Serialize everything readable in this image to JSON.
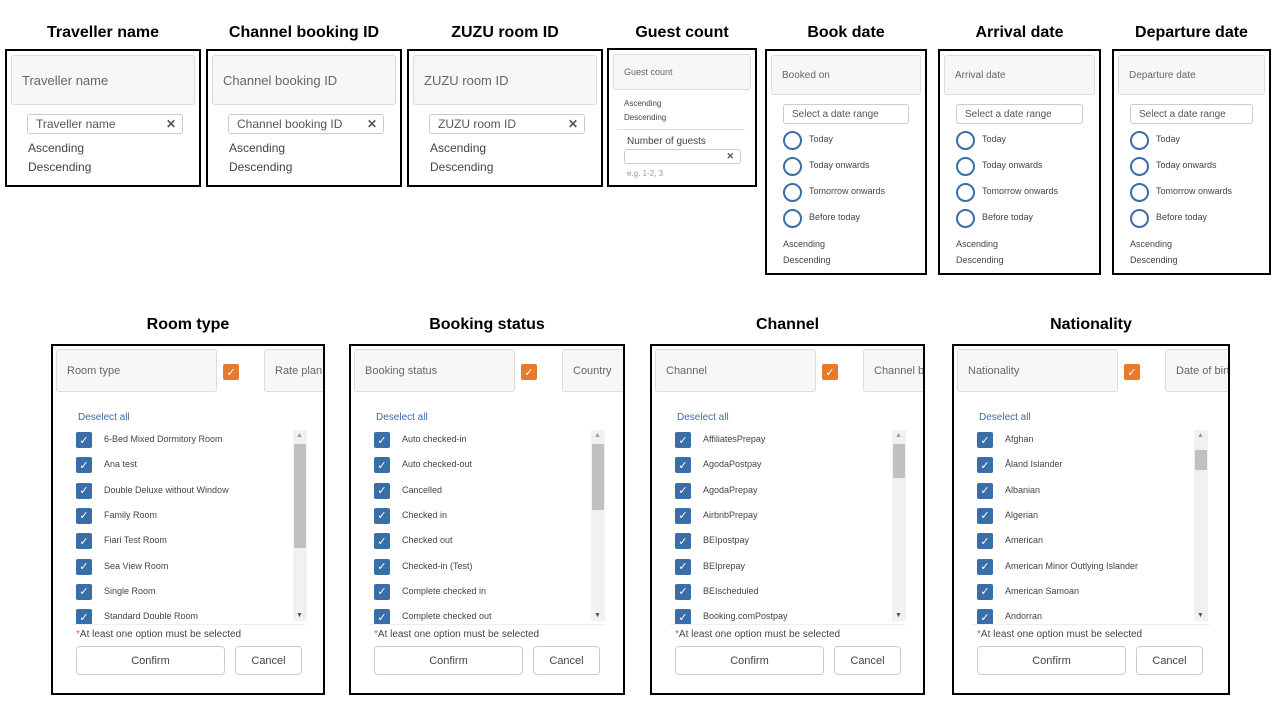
{
  "top_panels": [
    {
      "title": "Traveller name",
      "header": "Traveller name",
      "search_placeholder": "Traveller name",
      "sort": [
        "Ascending",
        "Descending"
      ]
    },
    {
      "title": "Channel booking ID",
      "header": "Channel booking ID",
      "search_placeholder": "Channel booking ID",
      "sort": [
        "Ascending",
        "Descending"
      ]
    },
    {
      "title": "ZUZU room ID",
      "header": "ZUZU room ID",
      "search_placeholder": "ZUZU room ID",
      "sort": [
        "Ascending",
        "Descending"
      ]
    }
  ],
  "guest_panel": {
    "title": "Guest count",
    "header": "Guest count",
    "sort": [
      "Ascending",
      "Descending"
    ],
    "filter_label": "Number of guests",
    "filter_value": "",
    "hint": "e.g. 1-2, 3"
  },
  "date_panels": [
    {
      "title": "Book date",
      "header": "Booked on",
      "range_placeholder": "Select a date range",
      "options": [
        "Today",
        "Today onwards",
        "Tomorrow onwards",
        "Before today"
      ],
      "sort": [
        "Ascending",
        "Descending"
      ]
    },
    {
      "title": "Arrival date",
      "header": "Arrival date",
      "range_placeholder": "Select a date range",
      "options": [
        "Today",
        "Today onwards",
        "Tomorrow onwards",
        "Before today"
      ],
      "sort": [
        "Ascending",
        "Descending"
      ]
    },
    {
      "title": "Departure date",
      "header": "Departure date",
      "range_placeholder": "Select a date range",
      "options": [
        "Today",
        "Today onwards",
        "Tomorrow onwards",
        "Before today"
      ],
      "sort": [
        "Ascending",
        "Descending"
      ]
    }
  ],
  "list_panels": [
    {
      "title": "Room type",
      "header": "Room type",
      "next_header": "Rate plan",
      "deselect": "Deselect all",
      "items": [
        "6-Bed Mixed Dormitory Room",
        "Ana test",
        "Double Deluxe without Window",
        "Family Room",
        "Fiari Test Room",
        "Sea View Room",
        "Single Room",
        "Standard Double Room"
      ],
      "note": "At least one option must be selected",
      "confirm": "Confirm",
      "cancel": "Cancel"
    },
    {
      "title": "Booking status",
      "header": "Booking status",
      "next_header": "Country",
      "deselect": "Deselect all",
      "items": [
        "Auto checked-in",
        "Auto checked-out",
        "Cancelled",
        "Checked in",
        "Checked out",
        "Checked-in (Test)",
        "Complete checked in",
        "Complete checked out"
      ],
      "note": "At least one option must be selected",
      "confirm": "Confirm",
      "cancel": "Cancel"
    },
    {
      "title": "Channel",
      "header": "Channel",
      "next_header": "Channel booking ID",
      "deselect": "Deselect all",
      "items": [
        "AffiliatesPrepay",
        "AgodaPostpay",
        "AgodaPrepay",
        "AirbnbPrepay",
        "BEIpostpay",
        "BEIprepay",
        "BEIscheduled",
        "Booking.comPostpay"
      ],
      "note": "At least one option must be selected",
      "confirm": "Confirm",
      "cancel": "Cancel"
    },
    {
      "title": "Nationality",
      "header": "Nationality",
      "next_header": "Date of birth",
      "deselect": "Deselect all",
      "items": [
        "Afghan",
        "Åland Islander",
        "Albanian",
        "Algerian",
        "American",
        "American Minor Outlying Islander",
        "American Samoan",
        "Andorran"
      ],
      "note": "At least one option must be selected",
      "confirm": "Confirm",
      "cancel": "Cancel"
    }
  ],
  "colors": {
    "accent": "#3a6ea8",
    "orange": "#e87a2c"
  },
  "symbols": {
    "clear": "✕",
    "check": "✓",
    "up": "▲",
    "down": "▼",
    "star": "*"
  }
}
